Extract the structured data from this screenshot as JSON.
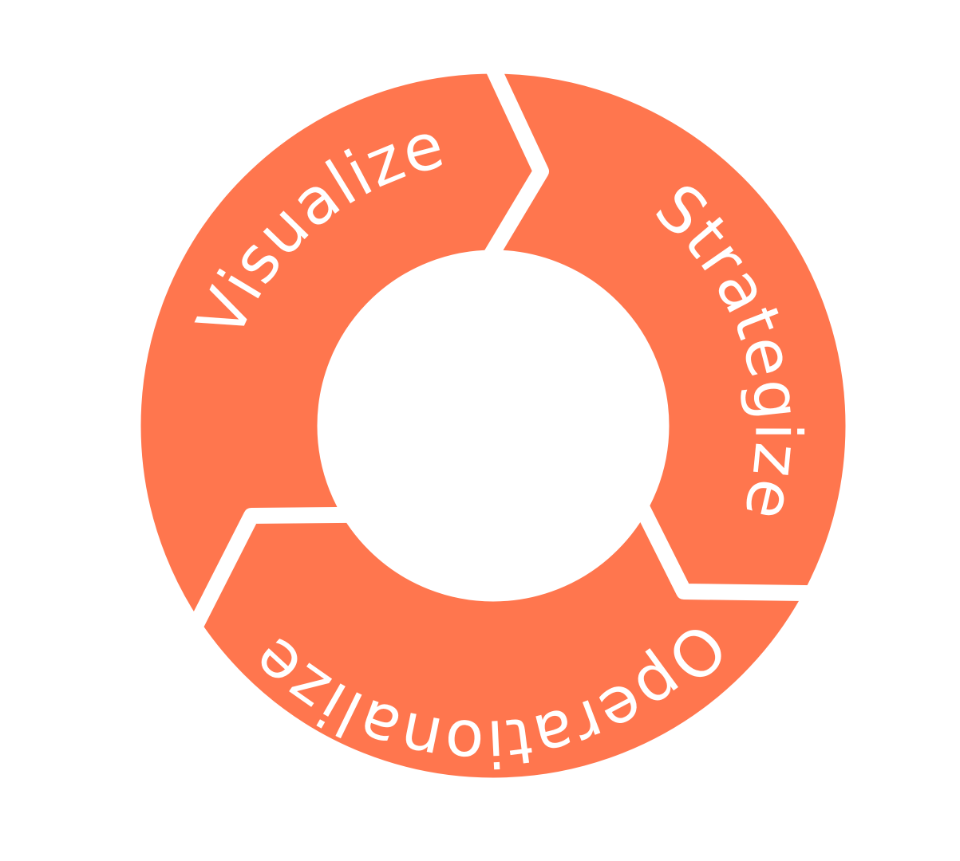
{
  "diagram": {
    "colors": {
      "segment_fill": "#FF764E",
      "gap_stroke": "#FFFFFF",
      "label_fill": "#FFFFFF",
      "background": "#FFFFFF"
    },
    "segments": [
      {
        "label": "Visualize"
      },
      {
        "label": "Strategize"
      },
      {
        "label": "Operationalize"
      }
    ]
  }
}
